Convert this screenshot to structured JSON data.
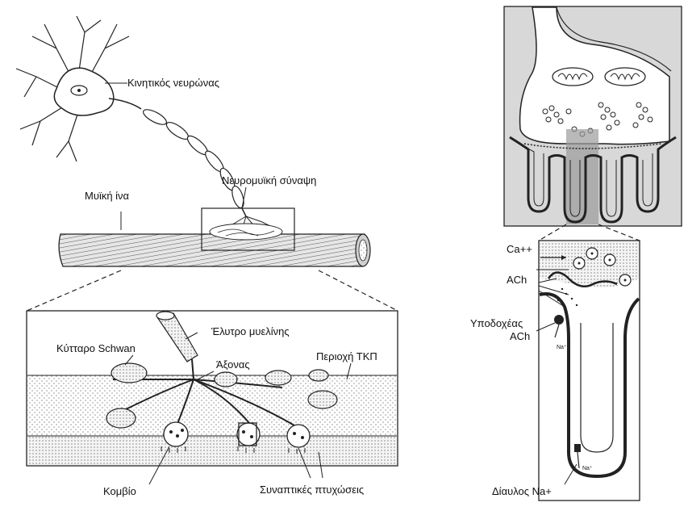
{
  "labels": {
    "motor_neuron": "Κινητικός νευρώνας",
    "nmj": "Νευρομυϊκή σύναψη",
    "muscle_fiber": "Μυϊκή ίνα",
    "myelin_sheath": "Έλυτρο μυελίνης",
    "schwann_cell": "Κύτταρο Schwan",
    "axon": "Άξονας",
    "endplate_region": "Περιοχή ΤΚΠ",
    "bouton": "Κομβίο",
    "synaptic_folds": "Συναπτικές πτυχώσεις",
    "ca": "Ca++",
    "ach": "ACh",
    "receptor_line1": "Υποδοχέας",
    "receptor_line2": "ACh",
    "na_channel": "Δίαυλος Na+",
    "na_ion": "Na⁺"
  }
}
